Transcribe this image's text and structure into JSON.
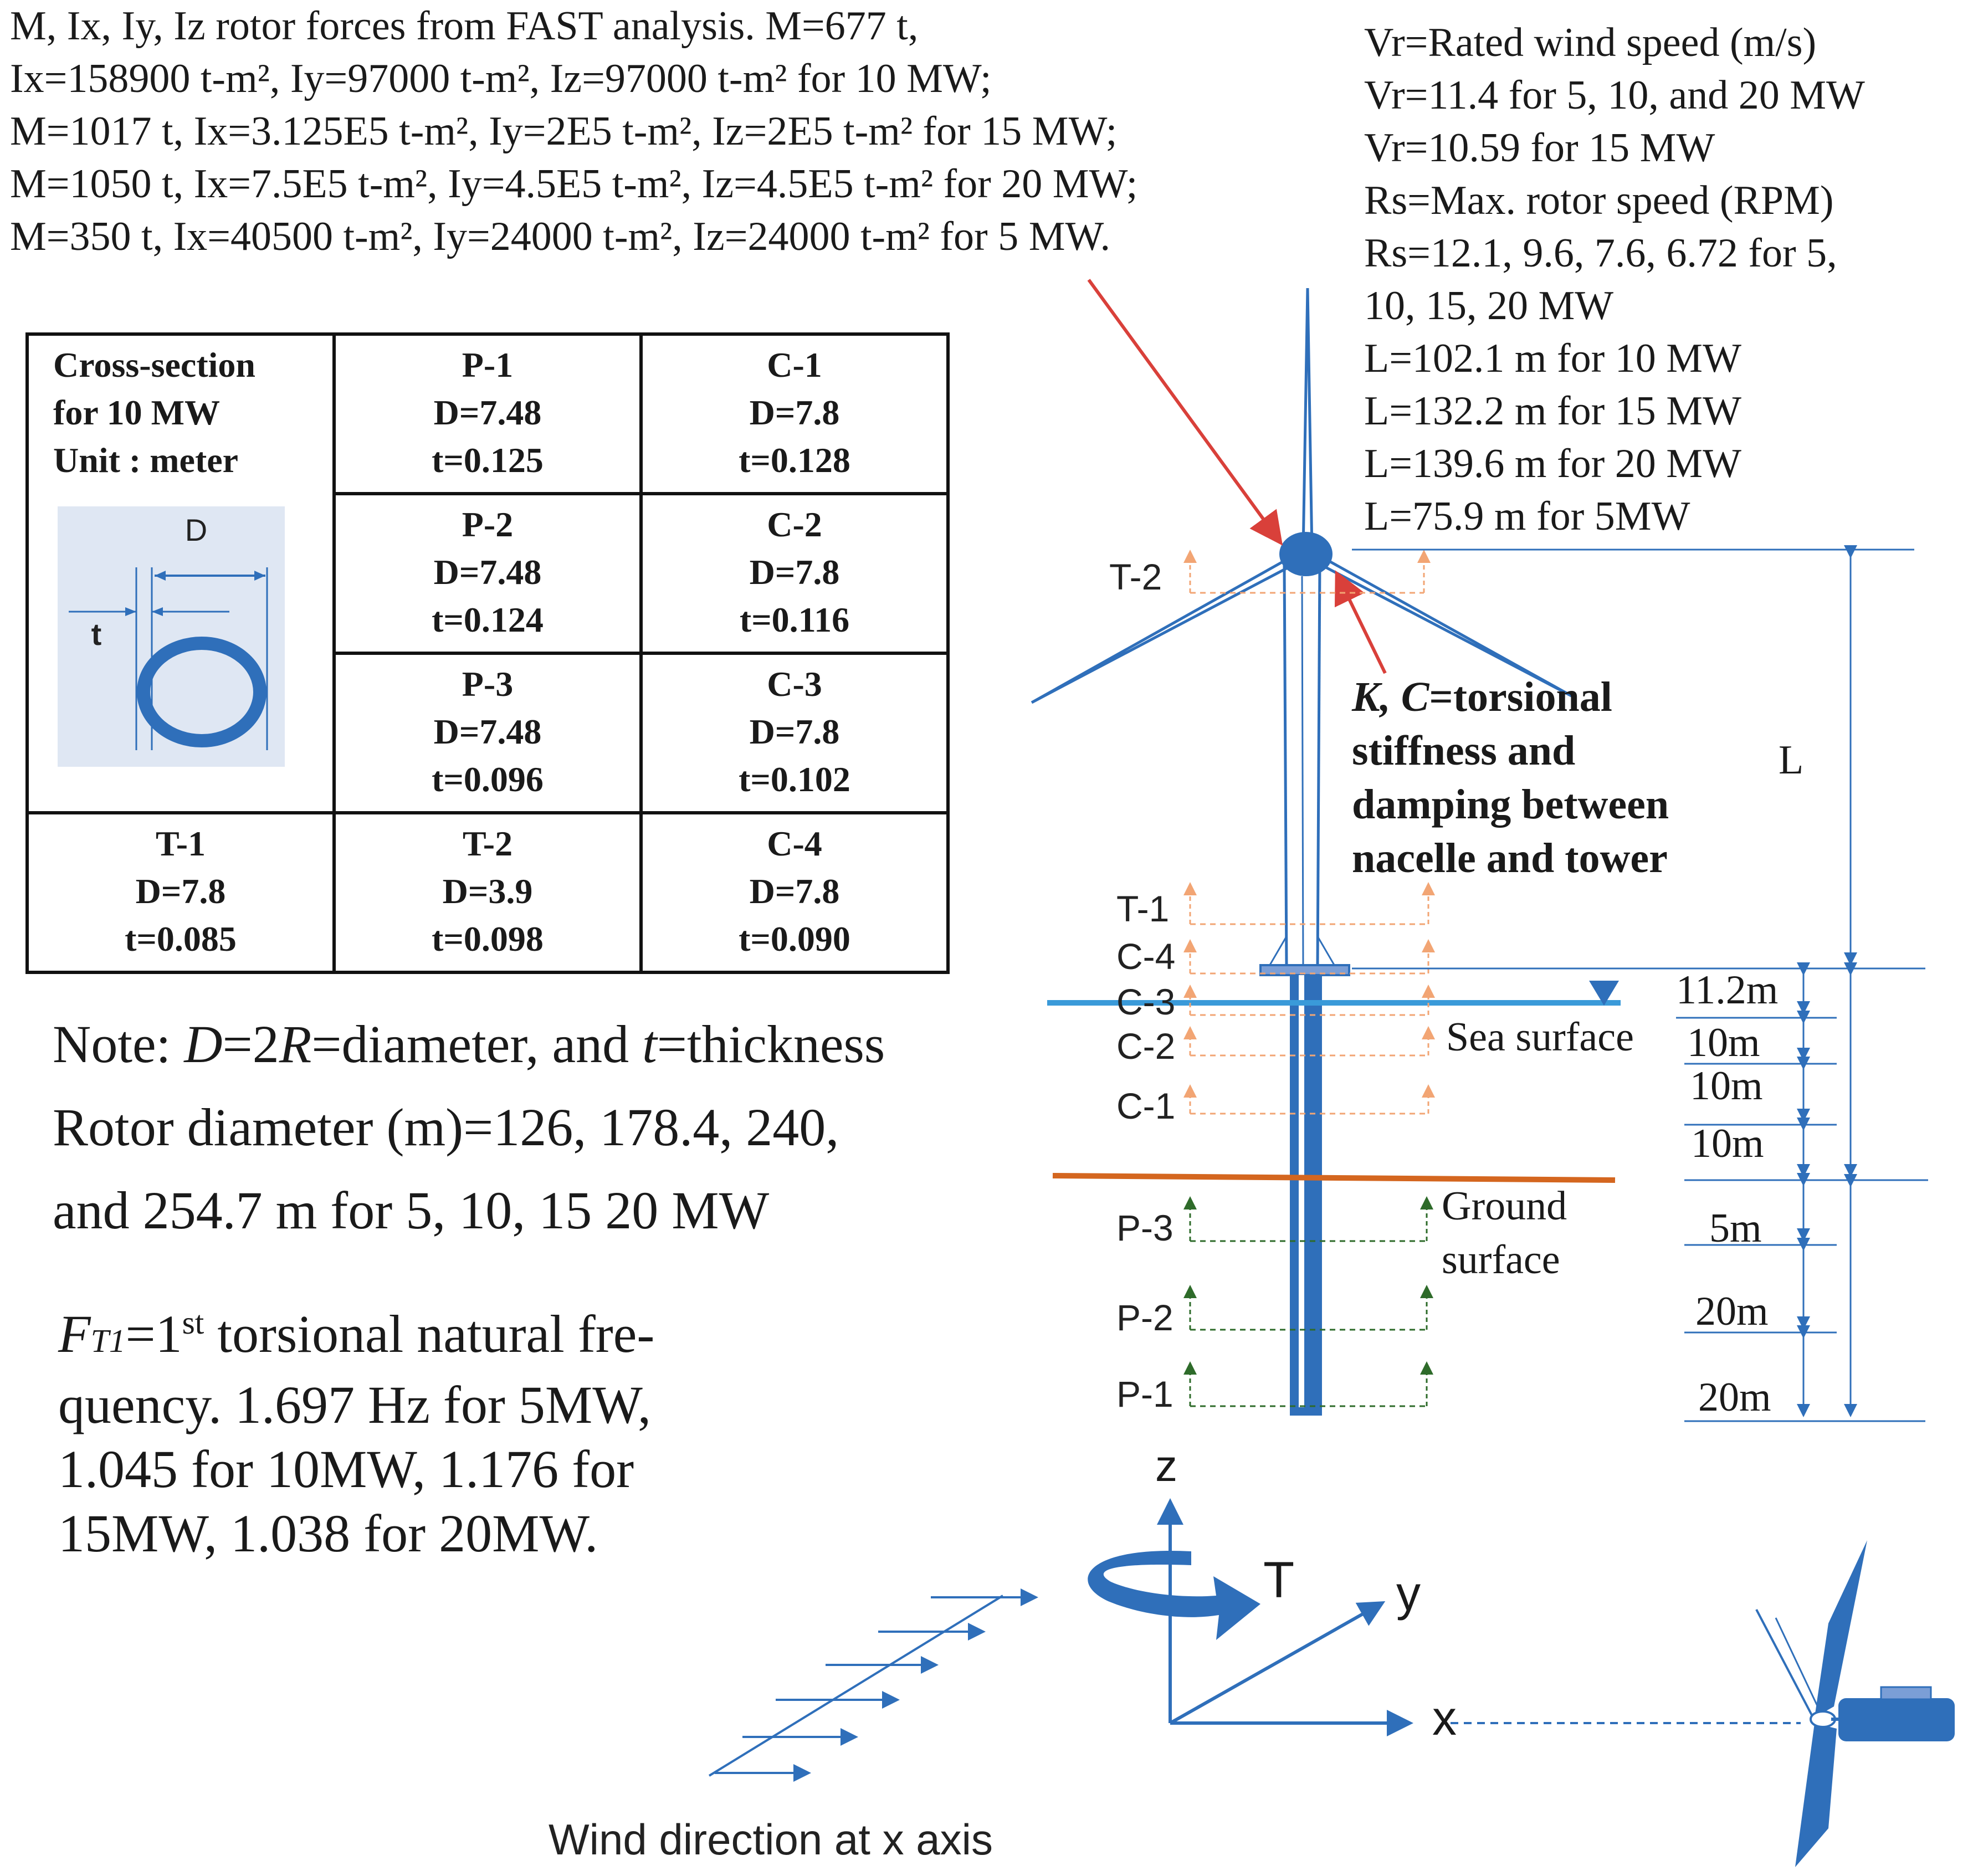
{
  "top_text": {
    "lines": [
      "M, Ix, Iy, Iz    rotor forces from FAST analysis. M=677 t,",
      "Ix=158900 t-m², Iy=97000 t-m², Iz=97000 t-m² for 10 MW;",
      "M=1017 t, Ix=3.125E5 t-m², Iy=2E5 t-m², Iz=2E5 t-m² for 15 MW;",
      "M=1050 t, Ix=7.5E5 t-m², Iy=4.5E5 t-m², Iz=4.5E5 t-m² for 20 MW;",
      "M=350 t, Ix=40500 t-m², Iy=24000 t-m², Iz=24000 t-m² for 5 MW."
    ]
  },
  "right_text": {
    "lines": [
      "Vr=Rated wind speed (m/s)",
      "Vr=11.4 for 5, 10, and 20 MW",
      "Vr=10.59 for 15 MW",
      "Rs=Max. rotor speed (RPM)",
      "Rs=12.1, 9.6, 7.6, 6.72 for 5,",
      "10, 15, 20 MW",
      "L=102.1 m for 10 MW",
      "L=132.2 m for 15 MW",
      "L=139.6 m for 20 MW",
      "L=75.9 m for 5MW"
    ]
  },
  "table": {
    "header": [
      "Cross-section",
      "for 10 MW",
      "Unit : meter"
    ],
    "inset": {
      "d_label": "D",
      "t_label": "t"
    },
    "cells": {
      "p1": [
        "P-1",
        "D=7.48",
        "t=0.125"
      ],
      "c1": [
        "C-1",
        "D=7.8",
        "t=0.128"
      ],
      "p2": [
        "P-2",
        "D=7.48",
        "t=0.124"
      ],
      "c2": [
        "C-2",
        "D=7.8",
        "t=0.116"
      ],
      "p3": [
        "P-3",
        "D=7.48",
        "t=0.096"
      ],
      "c3": [
        "C-3",
        "D=7.8",
        "t=0.102"
      ],
      "t1": [
        "T-1",
        "D=7.8",
        "t=0.085"
      ],
      "t2": [
        "T-2",
        "D=3.9",
        "t=0.098"
      ],
      "c4": [
        "C-4",
        "D=7.8",
        "t=0.090"
      ]
    }
  },
  "notes": {
    "note_prefix": "Note: ",
    "note_D": "D",
    "note_mid1": "=2",
    "note_R": "R",
    "note_mid2": "=diameter, and ",
    "note_t": "t",
    "note_end": "=thickness",
    "rotor_line1": "Rotor diameter (m)=126, 178.4, 240,",
    "rotor_line2": "and 254.7 m for 5, 10, 15    20 MW"
  },
  "frequency": {
    "symbol": "F",
    "subscript": "T1",
    "eq": "=1",
    "sup": "st",
    "line1_rest": " torsional natural fre-",
    "line2": "quency. 1.697 Hz for 5MW,",
    "line3": "1.045 for 10MW, 1.176 for",
    "line4": "15MW, 1.038 for 20MW."
  },
  "tower_labels": {
    "t2": "T-2",
    "t1": "T-1",
    "c4": "C-4",
    "c3": "C-3",
    "c2": "C-2",
    "c1": "C-1",
    "p3": "P-3",
    "p2": "P-2",
    "p1": "P-1"
  },
  "annotation": {
    "k": "K",
    "comma": ", ",
    "c": "C",
    "line1_rest": "=torsional",
    "line2": "stiffness and",
    "line3": "damping between",
    "line4": "nacelle and tower"
  },
  "surfaces": {
    "sea": "Sea surface",
    "ground1": "Ground",
    "ground2": "surface"
  },
  "dimensions": {
    "L": "L",
    "d1": "11.2m",
    "d2": "10m",
    "d3": "10m",
    "d4": "10m",
    "d5": "5m",
    "d6": "20m",
    "d7": "20m"
  },
  "axes": {
    "z": "z",
    "y": "y",
    "x": "x",
    "T": "T"
  },
  "wind_caption": "Wind direction at x axis",
  "colors": {
    "tower_blue": "#2f6fba",
    "sea_blue": "#3a9ad9",
    "ground_orange": "#d4661f",
    "arrow_red": "#d9403a",
    "c_dashed": "#f2a574",
    "p_dashed": "#2e6b2a"
  }
}
